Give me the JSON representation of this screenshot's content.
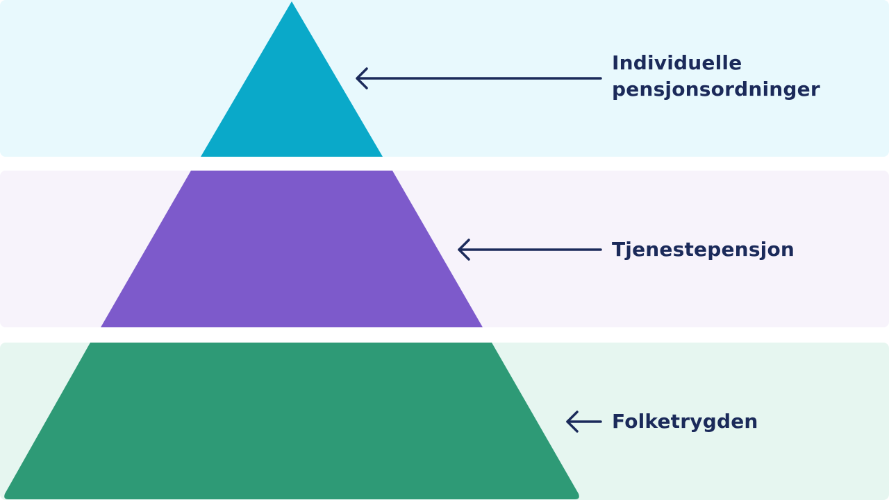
{
  "colors": {
    "text": "#1b2a5a",
    "arrow": "#1b2a5a",
    "tier_top_band": "#e8f9fd",
    "tier_top_shape": "#0aa9c9",
    "tier_middle_band": "#f7f3fb",
    "tier_middle_shape": "#7d5acb",
    "tier_bottom_band": "#e6f6f0",
    "tier_bottom_shape": "#2e9a76"
  },
  "tiers": [
    {
      "label": "Individuelle pensjonsordninger",
      "icon": "arrow-left-icon"
    },
    {
      "label": "Tjenestepensjon",
      "icon": "arrow-left-icon"
    },
    {
      "label": "Folketrygden",
      "icon": "arrow-left-icon"
    }
  ]
}
